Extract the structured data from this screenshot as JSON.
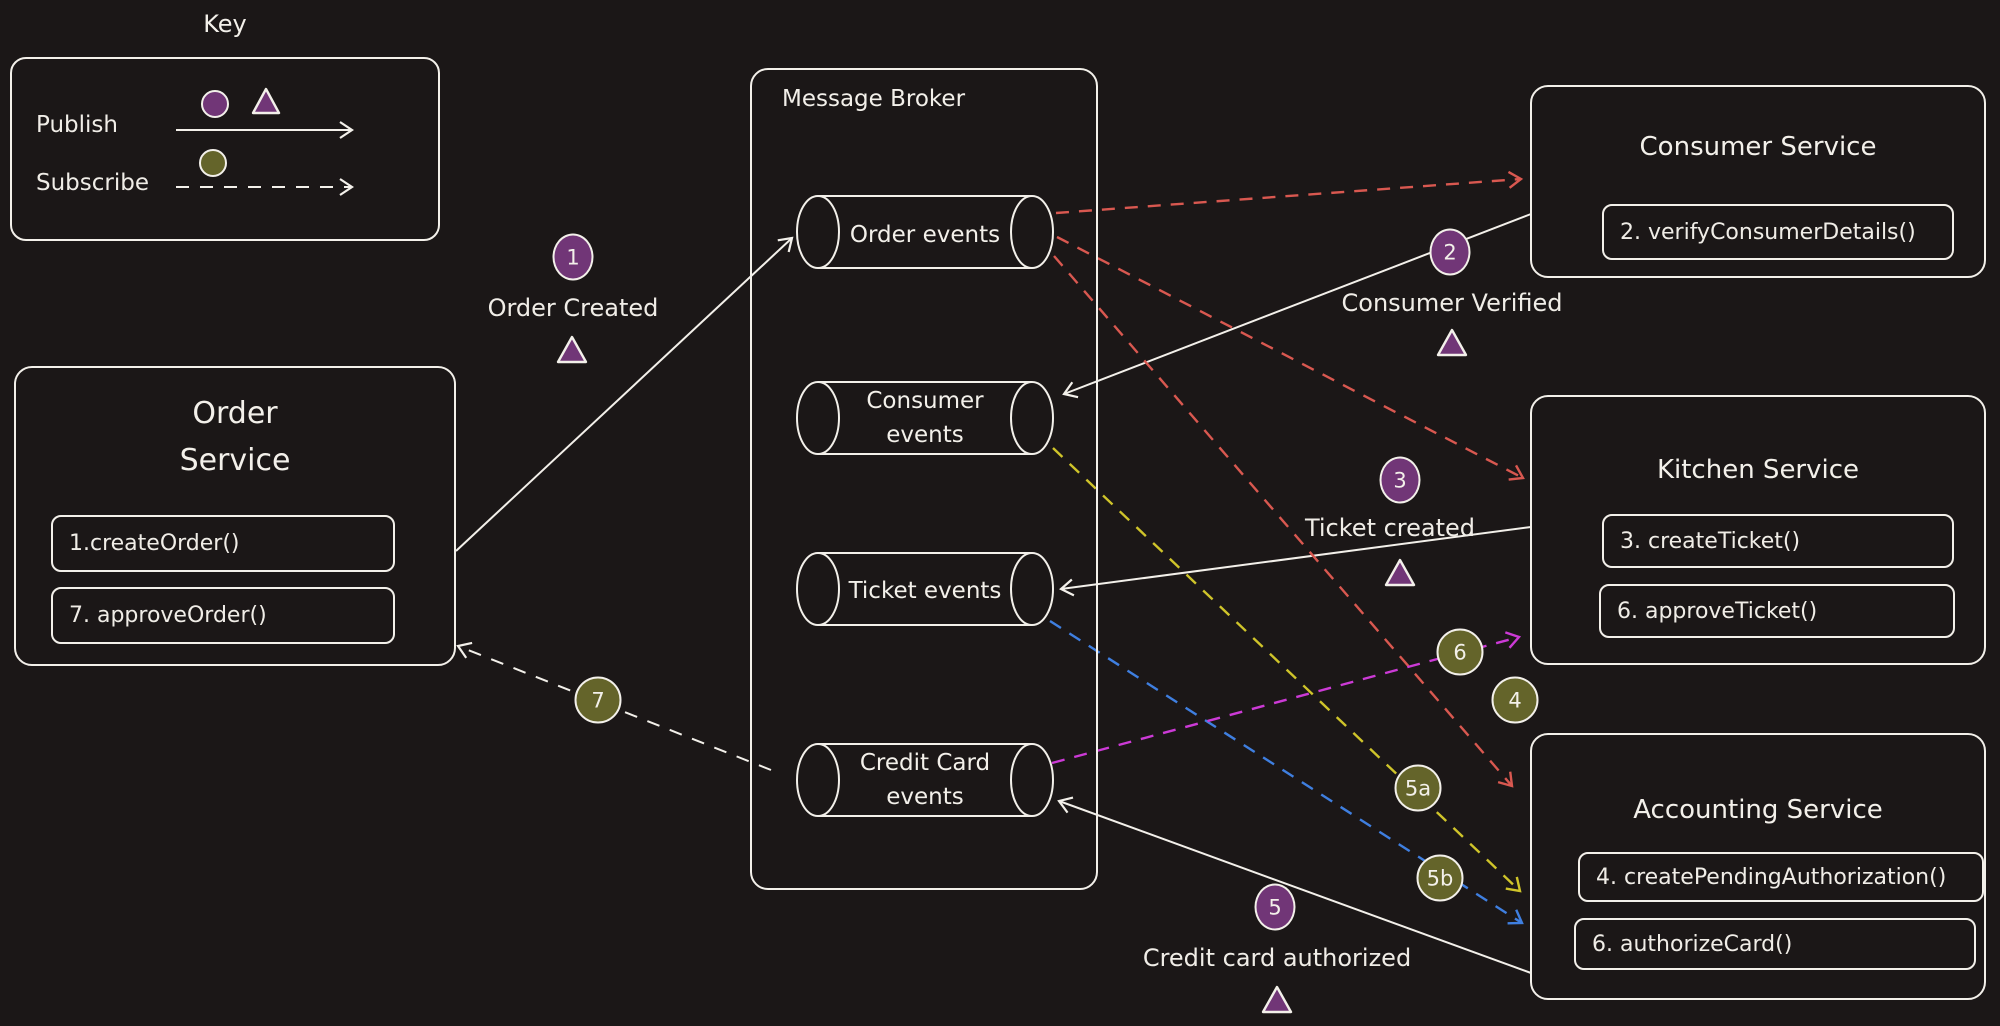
{
  "colors": {
    "background": "#1b1717",
    "stroke_white": "#f3f0ea",
    "text": "#f0ede7",
    "purple": "#713677",
    "olive": "#64642a",
    "red": "#d95850",
    "yellow": "#cfc42a",
    "blue": "#3f7fe0",
    "magenta": "#cc3ad6"
  },
  "key": {
    "title": "Key",
    "publish_label": "Publish",
    "subscribe_label": "Subscribe",
    "icons": [
      "publish-event-circle-icon",
      "publish-event-triangle-icon",
      "subscribe-event-circle-icon"
    ]
  },
  "broker": {
    "title": "Message Broker",
    "channels": [
      {
        "line1": "Order events",
        "line2": ""
      },
      {
        "line1": "Consumer",
        "line2": "events"
      },
      {
        "line1": "Ticket events",
        "line2": ""
      },
      {
        "line1": "Credit Card",
        "line2": "events"
      }
    ]
  },
  "services": {
    "order": {
      "title_line1": "Order",
      "title_line2": "Service",
      "methods": [
        "1.createOrder()",
        "7. approveOrder()"
      ]
    },
    "consumer": {
      "title": "Consumer Service",
      "methods": [
        "2. verifyConsumerDetails()"
      ]
    },
    "kitchen": {
      "title": "Kitchen Service",
      "methods": [
        "3. createTicket()",
        "6. approveTicket()"
      ]
    },
    "accounting": {
      "title": "Accounting Service",
      "methods": [
        "4. createPendingAuthorization()",
        "6. authorizeCard()"
      ]
    }
  },
  "steps": [
    {
      "num": "1",
      "label": "Order Created"
    },
    {
      "num": "2",
      "label": "Consumer Verified"
    },
    {
      "num": "3",
      "label": "Ticket created"
    },
    {
      "num": "4",
      "label": ""
    },
    {
      "num": "5",
      "label": "Credit card authorized"
    },
    {
      "num": "5a",
      "label": ""
    },
    {
      "num": "5b",
      "label": ""
    },
    {
      "num": "6",
      "label": ""
    },
    {
      "num": "7",
      "label": ""
    }
  ],
  "connections": [
    {
      "from": "Order Service",
      "to": "Order events",
      "style": "solid",
      "color": "white"
    },
    {
      "from": "Consumer Service",
      "to": "Consumer events",
      "style": "solid",
      "color": "white"
    },
    {
      "from": "Kitchen Service",
      "to": "Ticket events",
      "style": "solid",
      "color": "white"
    },
    {
      "from": "Accounting Service",
      "to": "Credit Card events",
      "style": "solid",
      "color": "white"
    },
    {
      "from": "Credit Card events",
      "to": "Order Service",
      "style": "dashed",
      "color": "white"
    },
    {
      "from": "Order events",
      "to": "Consumer Service",
      "style": "dashed",
      "color": "red"
    },
    {
      "from": "Order events",
      "to": "Kitchen Service",
      "style": "dashed",
      "color": "red"
    },
    {
      "from": "Order events",
      "to": "Accounting Service",
      "style": "dashed",
      "color": "red"
    },
    {
      "from": "Consumer events",
      "to": "Accounting Service",
      "style": "dashed",
      "color": "yellow"
    },
    {
      "from": "Ticket events",
      "to": "Accounting Service",
      "style": "dashed",
      "color": "blue"
    },
    {
      "from": "Credit Card events",
      "to": "Kitchen Service",
      "style": "dashed",
      "color": "magenta"
    }
  ]
}
